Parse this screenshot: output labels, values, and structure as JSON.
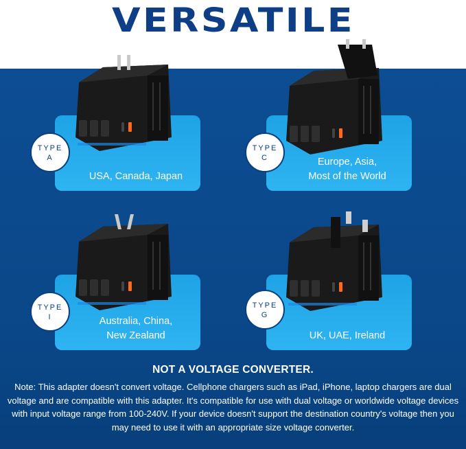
{
  "header": {
    "title": "VERSATILE"
  },
  "types": [
    {
      "line1": "TYPE",
      "line2": "A",
      "region_line1": "USA, Canada, Japan",
      "region_line2": "",
      "plug_icon": "type-a-plug-icon"
    },
    {
      "line1": "TYPE",
      "line2": "C",
      "region_line1": "Europe, Asia,",
      "region_line2": "Most of the World",
      "plug_icon": "type-c-plug-icon"
    },
    {
      "line1": "TYPE",
      "line2": "I",
      "region_line1": "Australia, China,",
      "region_line2": "New Zealand",
      "plug_icon": "type-i-plug-icon"
    },
    {
      "line1": "TYPE",
      "line2": "G",
      "region_line1": "UK, UAE, Ireland",
      "region_line2": "",
      "plug_icon": "type-g-plug-icon"
    }
  ],
  "footer": {
    "headline": "NOT A VOLTAGE CONVERTER.",
    "note": "Note: This adapter doesn't convert voltage. Cellphone chargers such as iPad, iPhone, laptop chargers are dual voltage and are compatible with this adapter. It's compatible for use with dual voltage or worldwide voltage devices with input voltage range from 100-240V. If your device doesn't support the destination country's voltage then you may need to use it with an appropriate size voltage converter."
  },
  "colors": {
    "brand_blue": "#0e3f86",
    "background_blue": "#0b4a8f",
    "card_cyan": "#22a9ea",
    "port_orange": "#ff6a1a"
  }
}
